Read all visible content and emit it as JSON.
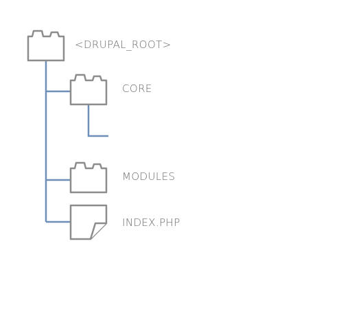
{
  "tree": {
    "root": {
      "label": "<DRUPAL_ROOT>",
      "icon": "folder-icon"
    },
    "children": [
      {
        "label": "CORE",
        "icon": "folder-icon",
        "has_child_connector": true
      },
      {
        "label": "MODULES",
        "icon": "folder-icon"
      },
      {
        "label": "INDEX.PHP",
        "icon": "file-icon"
      }
    ]
  },
  "colors": {
    "connector": "#6e8fb8",
    "icon_stroke": "#8c8c8c",
    "label_text": "#6a6a6a",
    "background": "#ffffff"
  }
}
